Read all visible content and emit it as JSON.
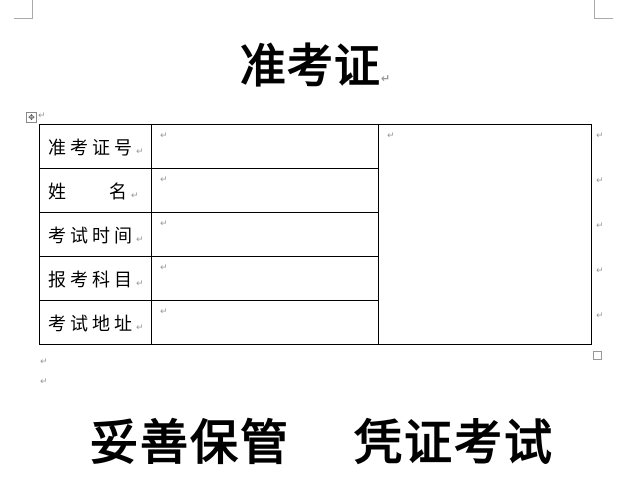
{
  "title": "准考证",
  "table": {
    "rows": [
      {
        "label": "准考证号",
        "value": ""
      },
      {
        "label": "姓    名",
        "value": ""
      },
      {
        "label": "考试时间",
        "value": ""
      },
      {
        "label": "报考科目",
        "value": ""
      },
      {
        "label": "考试地址",
        "value": ""
      }
    ]
  },
  "slogans": [
    "妥善保管",
    "凭证考试"
  ]
}
